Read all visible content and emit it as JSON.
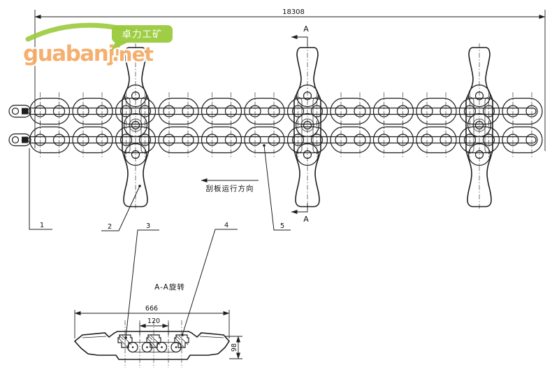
{
  "watermark": {
    "site": "guabanji",
    "tld": ".net",
    "bubble": "卓力工矿",
    "orange": "#f5a963",
    "green": "#9aca3c"
  },
  "drawing": {
    "line_color": "#1e1e1e",
    "overall_dim": "18308",
    "direction_label": "刮板运行方向",
    "section_mark": "A",
    "part_labels": [
      "1",
      "2",
      "3",
      "4",
      "5"
    ],
    "section_view": {
      "title": "A-A旋转",
      "width_dim": "666",
      "chain_spacing_dim": "120",
      "height_dim": "98"
    }
  }
}
